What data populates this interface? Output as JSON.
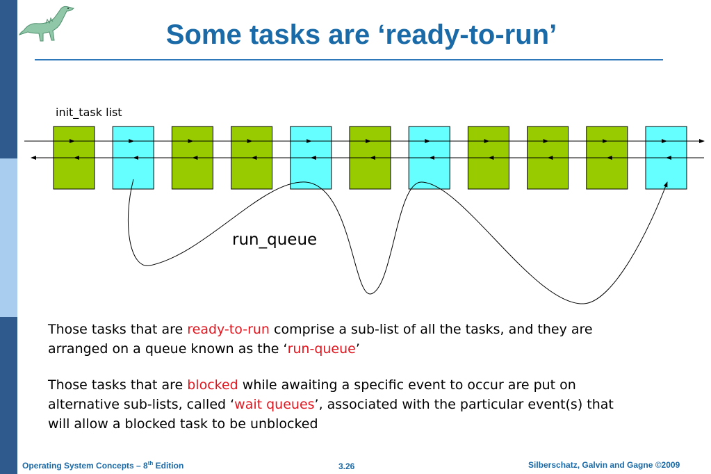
{
  "slide": {
    "title": "Some tasks are ‘ready-to-run’",
    "list_label": "init_task list",
    "run_queue_label": "run_queue"
  },
  "tasks": [
    {
      "state": "blocked"
    },
    {
      "state": "ready"
    },
    {
      "state": "blocked"
    },
    {
      "state": "blocked"
    },
    {
      "state": "ready"
    },
    {
      "state": "blocked"
    },
    {
      "state": "ready"
    },
    {
      "state": "blocked"
    },
    {
      "state": "blocked"
    },
    {
      "state": "blocked"
    },
    {
      "state": "ready"
    }
  ],
  "colors": {
    "blocked": "#99cc00",
    "ready": "#66ffff",
    "accent": "#1a6aa8",
    "highlight": "#e0161f"
  },
  "paragraphs": {
    "p1": {
      "a": "Those tasks that are ",
      "b": "ready-to-run",
      "c": " comprise a sub-list of all the tasks, and they are arranged on a queue known as the ‘",
      "d": "run-queue",
      "e": "’"
    },
    "p2": {
      "a": "Those tasks that are ",
      "b": "blocked",
      "c": " while awaiting a specific event to occur are put on alternative sub-lists, called ‘",
      "d": "wait queues",
      "e": "’, associated with the particular event(s) that will allow a blocked task to be unblocked"
    }
  },
  "footer": {
    "book": "Operating System Concepts – 8",
    "book_sup": "th",
    "book_tail": " Edition",
    "page": "3.26",
    "copyright": "Silberschatz, Galvin and Gagne ©2009"
  }
}
